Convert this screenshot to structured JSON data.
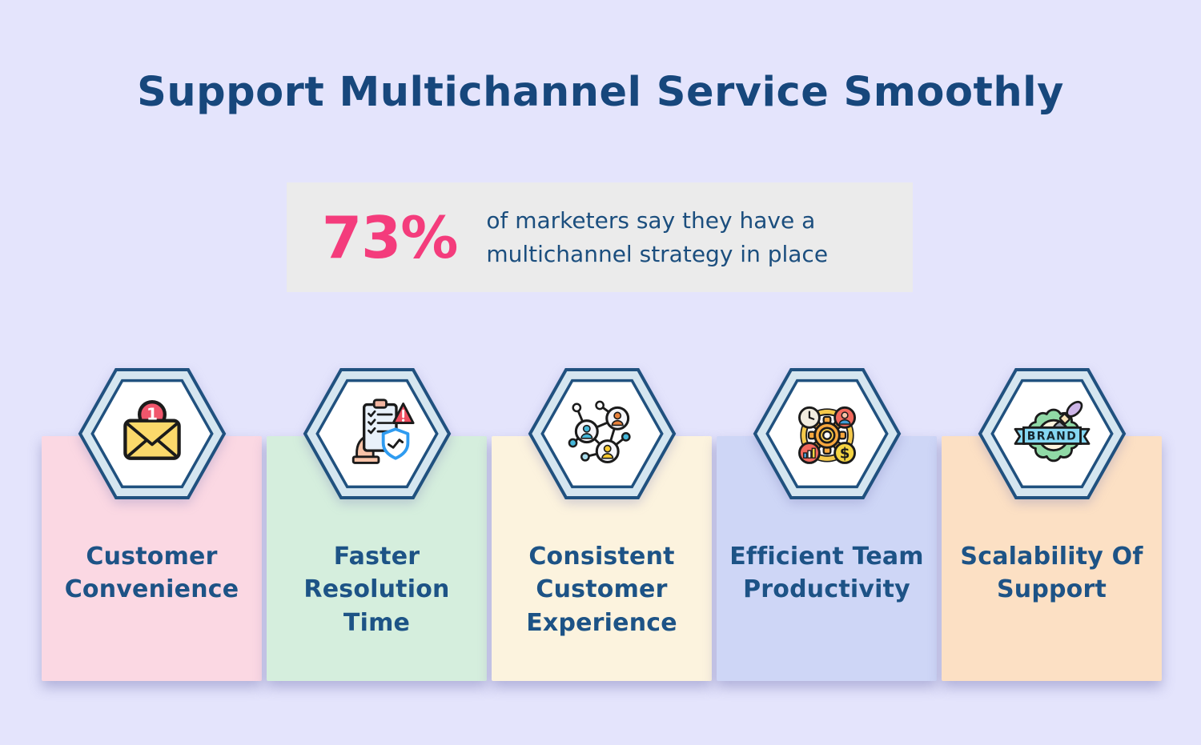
{
  "page": {
    "title": "Support Multichannel Service Smoothly",
    "background": "#E4E4FC",
    "title_color": "#17477C"
  },
  "stat": {
    "value": "73%",
    "description": "of marketers say they have a multichannel strategy in place",
    "lines": [
      "of marketers say they have a",
      "multichannel strategy in place"
    ],
    "value_color": "#F43C7C",
    "text_color": "#1B4E7E",
    "box_bg": "#EBEBEB"
  },
  "hexagon": {
    "outer_fill": "#D5E6F0",
    "border_color": "#20517F",
    "inner_fill": "#FFFFFF"
  },
  "label_color": "#1D5386",
  "cards": [
    {
      "label": "Customer Convenience",
      "lines": [
        "Customer",
        "Convenience"
      ],
      "bg": "#FBD8E3",
      "icon": "envelope-notification-icon",
      "badge_text": "1"
    },
    {
      "label": "Faster Resolution Time",
      "lines": [
        "Faster",
        "Resolution",
        "Time"
      ],
      "bg": "#D5EEDD",
      "icon": "checklist-shield-icon",
      "badge_text": "!"
    },
    {
      "label": "Consistent Customer Experience",
      "lines": [
        "Consistent",
        "Customer",
        "Experience"
      ],
      "bg": "#FCF3DE",
      "icon": "people-network-icon",
      "badge_text": ""
    },
    {
      "label": "Efficient Team Productivity",
      "lines": [
        "Efficient Team",
        "Productivity"
      ],
      "bg": "#CED6F6",
      "icon": "gear-workflow-icon",
      "badge_text": "$"
    },
    {
      "label": "Scalability Of Support",
      "lines": [
        "Scalability Of",
        "Support"
      ],
      "bg": "#FCE0C4",
      "icon": "brand-badge-icon",
      "badge_text": "BRAND"
    }
  ]
}
